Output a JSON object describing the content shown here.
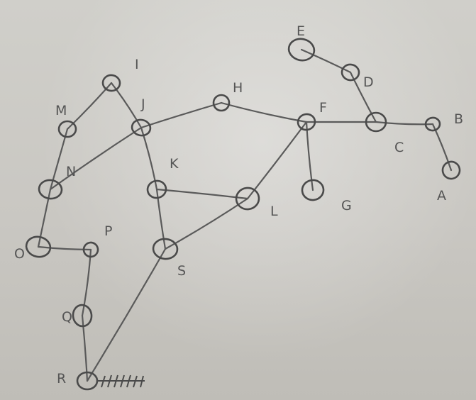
{
  "diagram": {
    "nodes": [
      {
        "id": "A",
        "label": "A"
      },
      {
        "id": "B",
        "label": "B"
      },
      {
        "id": "C",
        "label": "C"
      },
      {
        "id": "D",
        "label": "D"
      },
      {
        "id": "E",
        "label": "E"
      },
      {
        "id": "F",
        "label": "F"
      },
      {
        "id": "G",
        "label": "G"
      },
      {
        "id": "H",
        "label": "H"
      },
      {
        "id": "I",
        "label": "I"
      },
      {
        "id": "J",
        "label": "J"
      },
      {
        "id": "K",
        "label": "K"
      },
      {
        "id": "L",
        "label": "L"
      },
      {
        "id": "M",
        "label": "M"
      },
      {
        "id": "N",
        "label": "N"
      },
      {
        "id": "O",
        "label": "O"
      },
      {
        "id": "P",
        "label": "P"
      },
      {
        "id": "Q",
        "label": "Q"
      },
      {
        "id": "R",
        "label": "R"
      },
      {
        "id": "S",
        "label": "S"
      }
    ],
    "edges": [
      [
        "E",
        "D"
      ],
      [
        "D",
        "C"
      ],
      [
        "C",
        "B"
      ],
      [
        "B",
        "A"
      ],
      [
        "C",
        "F"
      ],
      [
        "F",
        "G"
      ],
      [
        "F",
        "H"
      ],
      [
        "F",
        "L"
      ],
      [
        "H",
        "J"
      ],
      [
        "J",
        "I"
      ],
      [
        "I",
        "M"
      ],
      [
        "M",
        "N"
      ],
      [
        "J",
        "N"
      ],
      [
        "J",
        "K"
      ],
      [
        "K",
        "L"
      ],
      [
        "K",
        "S"
      ],
      [
        "S",
        "L"
      ],
      [
        "S",
        "R"
      ],
      [
        "N",
        "O"
      ],
      [
        "O",
        "P"
      ],
      [
        "P",
        "Q"
      ],
      [
        "Q",
        "R"
      ]
    ],
    "ground_at": "R"
  }
}
